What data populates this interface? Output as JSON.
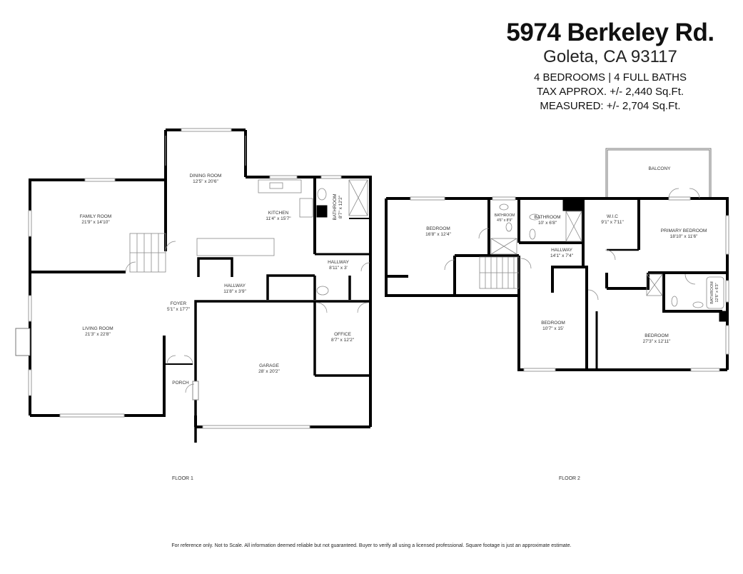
{
  "header": {
    "address": "5974 Berkeley Rd.",
    "city_state_zip": "Goleta, CA 93117",
    "beds_baths": "4 BEDROOMS | 4 FULL BATHS",
    "tax_approx": "TAX APPROX. +/- 2,440 Sq.Ft.",
    "measured": "MEASURED:  +/- 2,704 Sq.Ft."
  },
  "floor1": {
    "label": "FLOOR 1",
    "rooms": [
      {
        "name": "FAMILY ROOM",
        "dims": "21'9\" x 14'10\""
      },
      {
        "name": "DINING ROOM",
        "dims": "12'5\" x 20'6\""
      },
      {
        "name": "KITCHEN",
        "dims": "11'4\" x 15'7\""
      },
      {
        "name": "BATHROOM",
        "dims": "8'7\" x 12'2\""
      },
      {
        "name": "HALLWAY",
        "dims": "8'11\" x 3'"
      },
      {
        "name": "HALLWAY",
        "dims": "11'8\" x 3'9\""
      },
      {
        "name": "FOYER",
        "dims": "5'1\" x 17'7\""
      },
      {
        "name": "LIVING ROOM",
        "dims": "21'3\" x 22'8\""
      },
      {
        "name": "OFFICE",
        "dims": "8'7\" x 12'2\""
      },
      {
        "name": "GARAGE",
        "dims": "28' x 20'2\""
      },
      {
        "name": "PORCH",
        "dims": ""
      }
    ]
  },
  "floor2": {
    "label": "FLOOR 2",
    "rooms": [
      {
        "name": "BALCONY",
        "dims": ""
      },
      {
        "name": "BEDROOM",
        "dims": "16'8\" x 12'4\""
      },
      {
        "name": "BATHROOM",
        "dims": "4'6\" x 8'9\""
      },
      {
        "name": "BATHROOM",
        "dims": "10' x 6'8\""
      },
      {
        "name": "W.I.C",
        "dims": "9'1\" x 7'11\""
      },
      {
        "name": "PRIMARY BEDROOM",
        "dims": "18'10\" x 11'6\""
      },
      {
        "name": "HALLWAY",
        "dims": "14'1\" x 7'4\""
      },
      {
        "name": "BEDROOM",
        "dims": "10'7\" x 15'"
      },
      {
        "name": "BEDROOM",
        "dims": "27'3\" x 12'11\""
      },
      {
        "name": "BATHROOM",
        "dims": "12'6\" x 6'3\""
      }
    ]
  },
  "disclaimer": "For reference only. Not to Scale.  All information deemed reliable but not guaranteed.  Buyer to verify all using a licensed professional. Square footage is just an approximate estimate."
}
